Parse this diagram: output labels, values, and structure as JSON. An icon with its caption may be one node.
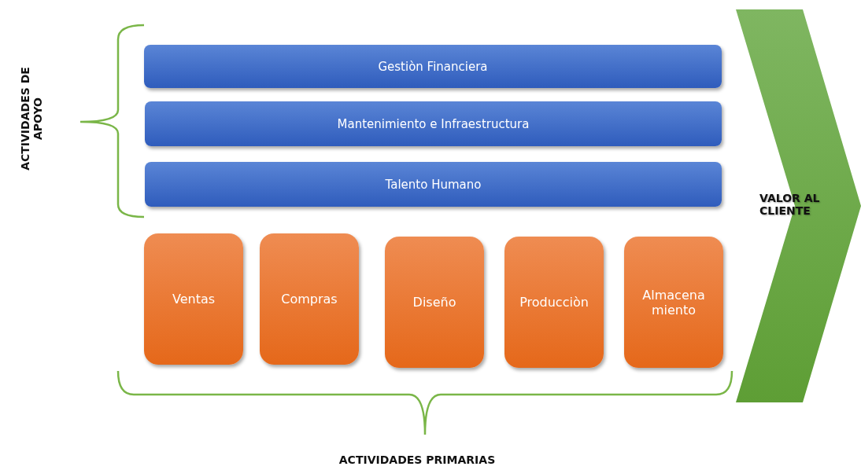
{
  "diagram": {
    "nodes": [
      {
        "text": [
          "Gestiòn Financiera"
        ]
      },
      {
        "text": [
          "Mantenimiento e Infraestructura"
        ]
      },
      {
        "text": [
          "Talento Humano"
        ]
      },
      {
        "text": [
          "Ventas"
        ]
      },
      {
        "text": [
          "Compras"
        ]
      },
      {
        "text": [
          "Diseño"
        ]
      },
      {
        "text": [
          "Producciòn"
        ]
      },
      {
        "text": [
          "Almacena miento"
        ]
      },
      {
        "text": [
          "VALOR AL CLIENTE"
        ]
      }
    ],
    "labels": [
      "ACTIVIDADES DE APOYO",
      "ACTIVIDADES PRIMARIAS"
    ]
  }
}
